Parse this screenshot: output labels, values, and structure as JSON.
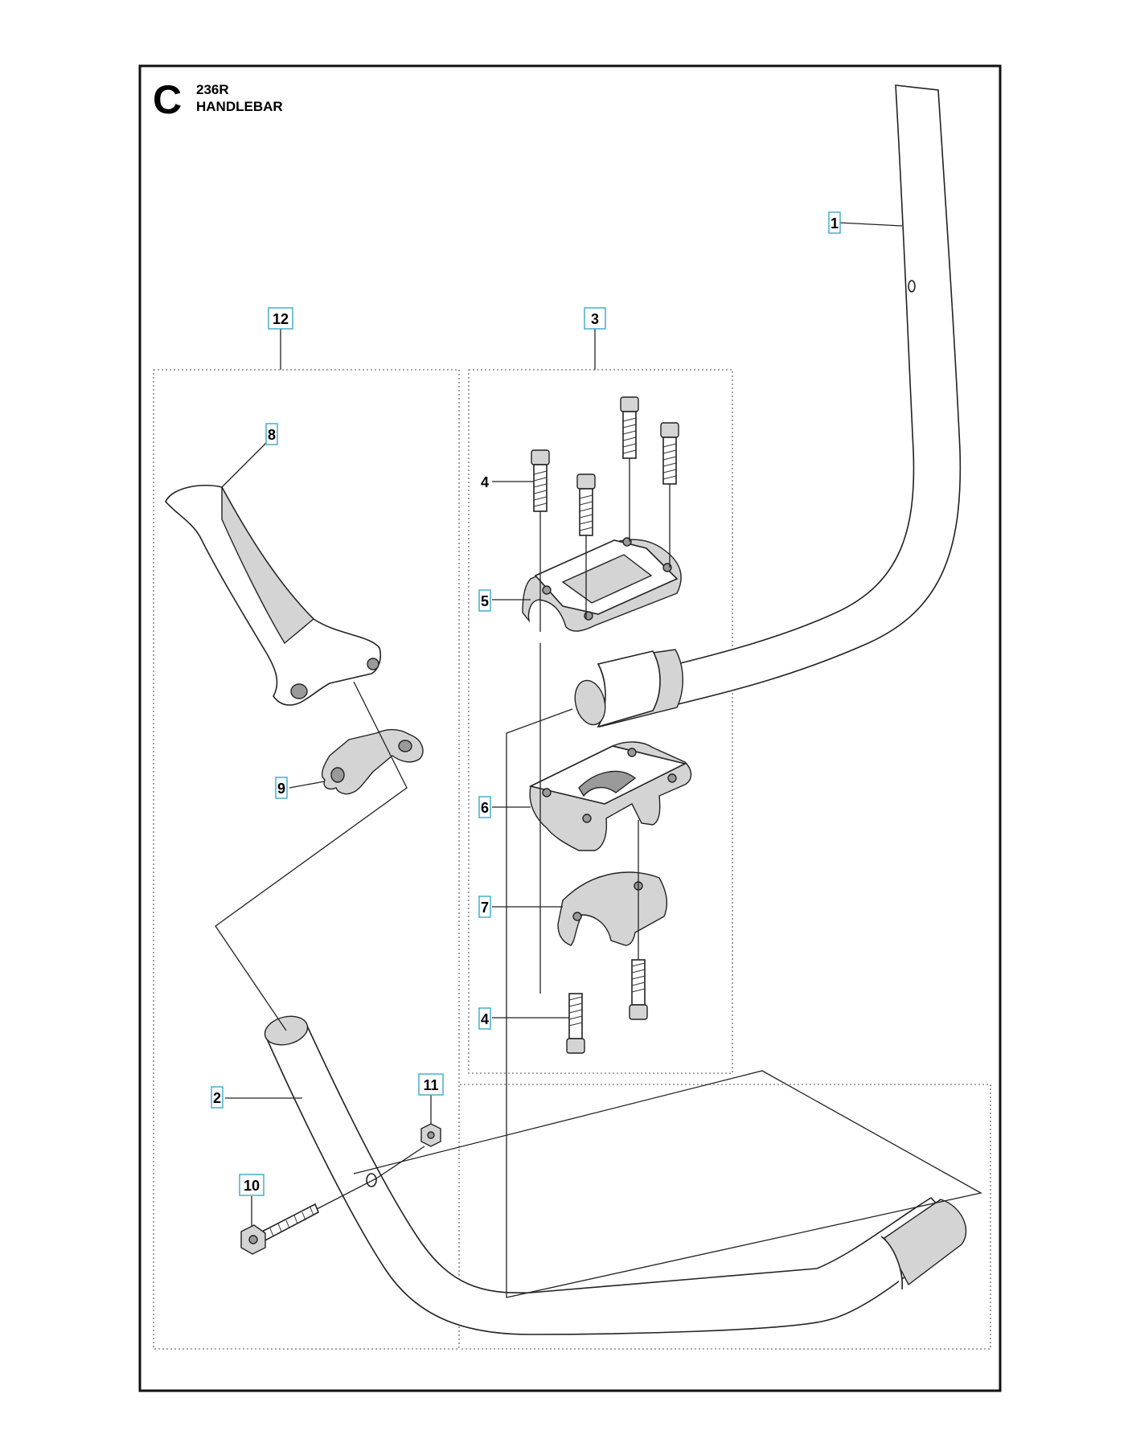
{
  "header": {
    "section_letter": "C",
    "model": "236R",
    "title": "HANDLEBAR"
  },
  "callouts": [
    {
      "id": "c1",
      "label": "1",
      "boxed": true
    },
    {
      "id": "c2",
      "label": "2",
      "boxed": true
    },
    {
      "id": "c3",
      "label": "3",
      "boxed": true
    },
    {
      "id": "c4a",
      "label": "4",
      "boxed": false
    },
    {
      "id": "c4b",
      "label": "4",
      "boxed": true
    },
    {
      "id": "c5",
      "label": "5",
      "boxed": true
    },
    {
      "id": "c6",
      "label": "6",
      "boxed": true
    },
    {
      "id": "c7",
      "label": "7",
      "boxed": true
    },
    {
      "id": "c8",
      "label": "8",
      "boxed": true
    },
    {
      "id": "c9",
      "label": "9",
      "boxed": true
    },
    {
      "id": "c10",
      "label": "10",
      "boxed": true
    },
    {
      "id": "c11",
      "label": "11",
      "boxed": true
    },
    {
      "id": "c12",
      "label": "12",
      "boxed": true
    }
  ],
  "colors": {
    "callout_box": "#3aa8c9",
    "line": "#222222"
  }
}
